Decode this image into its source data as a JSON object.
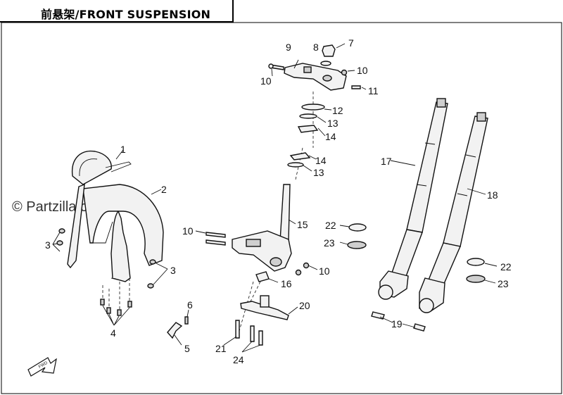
{
  "title": "前悬架/FRONT SUSPENSION",
  "watermark": "© Partzilla.com",
  "callouts": {
    "c1": "1",
    "c2": "2",
    "c3a": "3",
    "c3b": "3",
    "c4": "4",
    "c5": "5",
    "c6": "6",
    "c7": "7",
    "c8": "8",
    "c9": "9",
    "c10a": "10",
    "c10b": "10",
    "c10c": "10",
    "c10d": "10",
    "c11": "11",
    "c12": "12",
    "c13a": "13",
    "c13b": "13",
    "c14a": "14",
    "c14b": "14",
    "c15": "15",
    "c16": "16",
    "c17": "17",
    "c18": "18",
    "c19": "19",
    "c20": "20",
    "c21": "21",
    "c22a": "22",
    "c22b": "22",
    "c23a": "23",
    "c23b": "23",
    "c24": "24"
  }
}
